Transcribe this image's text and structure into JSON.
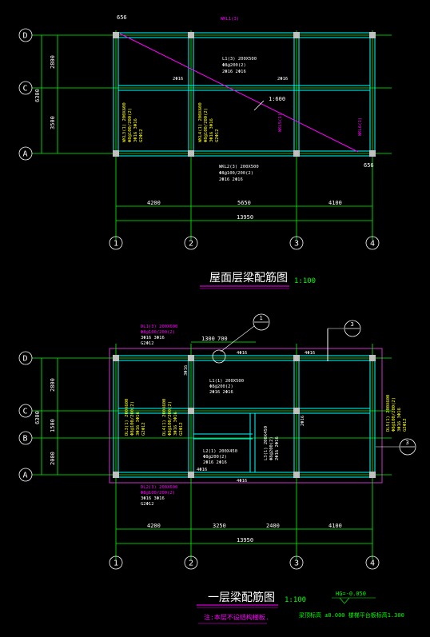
{
  "plan_roof": {
    "title": "屋面层梁配筋图",
    "scale": "1:100",
    "axis_rows": [
      "D",
      "C",
      "A"
    ],
    "axis_cols": [
      "1",
      "2",
      "3",
      "4"
    ],
    "dims_bottom": [
      "4200",
      "5650",
      "4100"
    ],
    "dim_total": "13950",
    "dims_left": [
      "2800",
      "3500"
    ],
    "dim_left_total": "6300",
    "cantilever_top": "656",
    "cantilever_right": "656",
    "slope_label": "1:600",
    "beams": {
      "top_mark": "WKL1(3)",
      "mid": [
        "L1(3) 200X500",
        "Φ8@200(2)",
        "2Φ16 2Φ16"
      ],
      "bottom": [
        "WKL2(3) 200X500",
        "Φ8@100/200(2)",
        "2Φ16 2Φ16"
      ],
      "left_vert": [
        "WKL3(1) 200X600",
        "Φ8@100/200(2)",
        "3Φ16 3Φ16",
        "G2Φ12"
      ],
      "mid_vert": [
        "WKL4(1) 200X600",
        "Φ8@100/200(2)",
        "3Φ16 3Φ16",
        "G2Φ12"
      ],
      "right_small_1": "WKL5(1)",
      "right_small_2": "WKL6(1)",
      "rebar_left": "2Φ16",
      "rebar_right": "2Φ16"
    }
  },
  "plan_first": {
    "title": "一层梁配筋图",
    "scale": "1:100",
    "note": "注:本层不设结构楼板.",
    "level_label": "HG=-0.050",
    "level_note": "梁顶标高 ±0.000 楼梯平台板标高1.300",
    "axis_rows": [
      "D",
      "C",
      "B",
      "A"
    ],
    "axis_cols": [
      "1",
      "2",
      "3",
      "4"
    ],
    "dims_bottom": [
      "4200",
      "3250",
      "2400",
      "4100"
    ],
    "dim_total": "13950",
    "dims_left": [
      "2800",
      "1500",
      "2000"
    ],
    "dim_left_total": "6300",
    "dims_top": [
      "1300",
      "700"
    ],
    "sections": [
      "1",
      "3",
      "3"
    ],
    "beams": {
      "top_left": [
        "DL1(3) 200X600",
        "Φ8@100/200(2)",
        "3Φ16 3Φ16",
        "G2Φ12"
      ],
      "left_vert": [
        "DL3(1) 200X600",
        "Φ8@100/200(2)",
        "3Φ16 3Φ16",
        "G2Φ12"
      ],
      "mid_vert": [
        "DL4(1) 200X600",
        "Φ8@100/200(2)",
        "3Φ16 3Φ16",
        "G2Φ12"
      ],
      "bottom": [
        "DL2(3) 200X600",
        "Φ8@100/200(2)",
        "3Φ16 3Φ16",
        "G2Φ12"
      ],
      "L1": [
        "L1(1) 200X500",
        "Φ8@200(2)",
        "2Φ16 2Φ16"
      ],
      "L2": [
        "L2(1) 200X450",
        "Φ8@200(2)",
        "2Φ16 2Φ16"
      ],
      "L3": [
        "L3(1) 200X450",
        "Φ8@200(2)",
        "2Φ16 2Φ16"
      ],
      "right_vert": [
        "DL5(1) 200X600",
        "Φ8@100/200(2)",
        "3Φ16 3Φ16",
        "G2Φ12"
      ],
      "rebar_a": "3Φ16",
      "rebar_b": "4Φ16",
      "rebar_c": "4Φ16",
      "rebar_d": "4Φ16",
      "rebar_e": "2Φ16",
      "rebar_f": "4Φ16"
    }
  },
  "colors": {
    "axis": "#00ff00",
    "beam": "#00ffff",
    "text": "#ffffff",
    "mark": "#ff00ff",
    "label": "#ffff00",
    "outline": "#cc33cc"
  }
}
